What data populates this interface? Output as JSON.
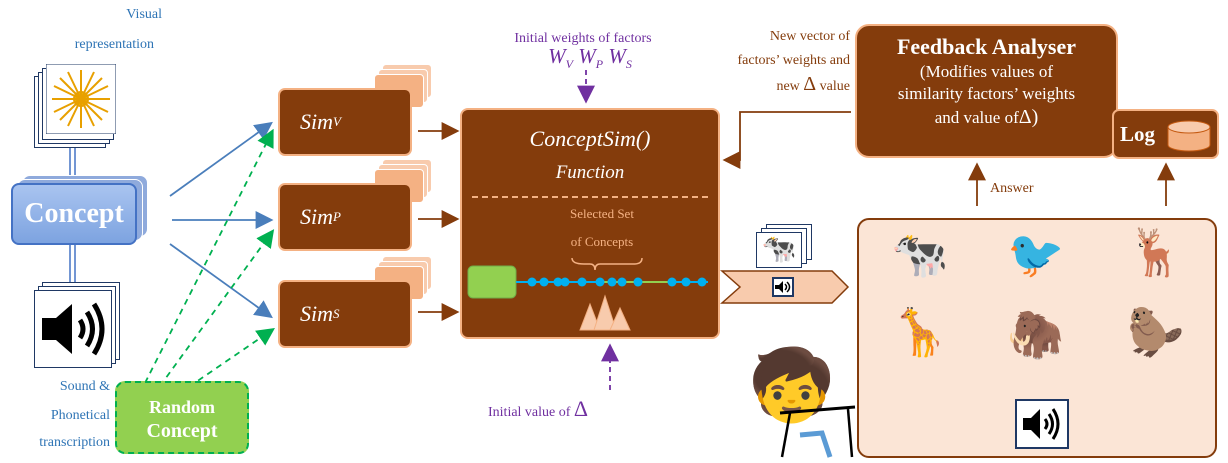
{
  "labels": {
    "visual_line1": "Visual",
    "visual_line2": "representation",
    "concept": "Concept",
    "sound_line1": "Sound &",
    "sound_line2": "Phonetical",
    "sound_line3": "transcription",
    "random_line1": "Random",
    "random_line2": "Concept",
    "sim_v": "Sim",
    "sim_v_sub": "V",
    "sim_p": "Sim",
    "sim_p_sub": "P",
    "sim_s": "Sim",
    "sim_s_sub": "S",
    "weights_title": "Initial weights of factors",
    "weights_symbols": "WV WP WS",
    "w_v": "W",
    "w_v_sub": "V",
    "w_p": "W",
    "w_p_sub": "P",
    "w_s": "W",
    "w_s_sub": "S",
    "conceptsim_title": "ConceptSim()",
    "conceptsim_sub": "Function",
    "selected_set_line1": "Selected Set",
    "selected_set_line2": "of Concepts",
    "initial_delta": "Initial value of",
    "delta_symbol": "Δ",
    "new_vector_line1": "New vector of",
    "new_vector_line2": "factors’ weights and",
    "new_vector_line3": "new",
    "new_vector_delta": "Δ",
    "new_vector_tail": "value",
    "feedback_title": "Feedback Analyser",
    "feedback_line1": "(Modifies values of",
    "feedback_line2": "similarity factors’ weights",
    "feedback_line3": "and value of",
    "feedback_delta": "Δ)",
    "log": "Log",
    "answer": "Answer"
  },
  "icons": {
    "sunburst": "sunburst-image-icon",
    "speaker": "speaker-icon",
    "cylinder": "database-cylinder-icon",
    "animals": [
      "cow-icon",
      "green-bird-icon",
      "gazelle-icon",
      "giraffe-icon",
      "mammoth-icon",
      "beaver-icon"
    ],
    "child": "child-at-desk-icon"
  },
  "colors": {
    "brown": "#843c0c",
    "peach": "#f4b183",
    "light_peach": "#fbe5d6",
    "blue_text": "#2e74b5",
    "purple_text": "#7030a0",
    "concept_blue": "#8faadc",
    "random_green": "#92d050",
    "arrow_blue": "#4a7ebb",
    "arrow_green": "#00b050",
    "dot_blue": "#00b0f0"
  }
}
